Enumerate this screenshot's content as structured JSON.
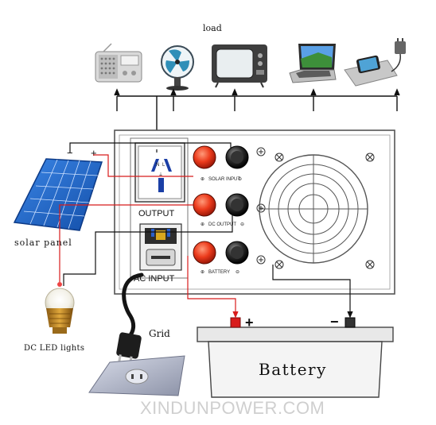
{
  "labels": {
    "load": "load",
    "output": "OUTPUT",
    "ac_input": "AC INPUT",
    "solar_panel": "solar panel",
    "dc_led_lights": "DC LED lights",
    "grid": "Grid",
    "battery": "Battery",
    "solar_input_port": "SOLAR INPUT",
    "dc_output_port": "DC OUTPUT",
    "battery_port": "BATTERY",
    "plus": "+",
    "minus": "−"
  },
  "watermark": "XINDUNPOWER.COM",
  "loads": [
    "radio-icon",
    "fan-icon",
    "tv-icon",
    "laptop-icon",
    "phone-charger-icon"
  ],
  "colors": {
    "positive_wire": "#d81c1c",
    "negative_wire": "#111111",
    "terminal_red": "#e8321c",
    "solar_blue": "#1f63c9",
    "battery_body": "#f4f4f4"
  }
}
